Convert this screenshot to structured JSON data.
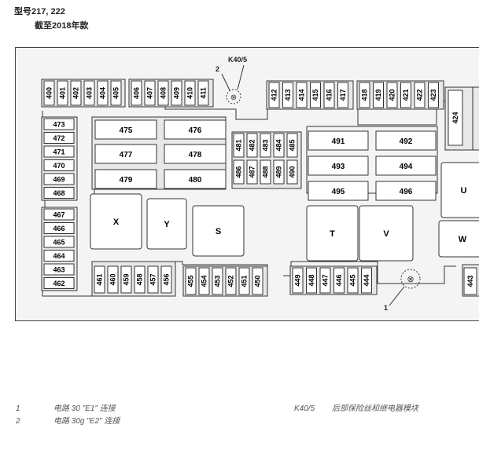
{
  "header": {
    "line1": "型号217, 222",
    "line2": "截至2018年款"
  },
  "callouts": {
    "k40": "K40/5",
    "c1": "1",
    "c2": "2"
  },
  "fuses": {
    "top_a": [
      "400",
      "401",
      "402",
      "403",
      "404",
      "405"
    ],
    "top_b": [
      "406",
      "407",
      "408",
      "409",
      "410",
      "411"
    ],
    "top_c": [
      "412",
      "413",
      "414",
      "415",
      "416",
      "417"
    ],
    "top_d": [
      "418",
      "419",
      "420",
      "421",
      "422",
      "423"
    ],
    "right_top": "424",
    "left_a": [
      "473",
      "472",
      "471",
      "470",
      "469",
      "468"
    ],
    "left_b": [
      "467",
      "466",
      "465",
      "464",
      "463",
      "462"
    ],
    "bot_a": [
      "461",
      "460",
      "459",
      "458",
      "457",
      "456"
    ],
    "bot_b": [
      "455",
      "454",
      "453",
      "452",
      "451",
      "450"
    ],
    "bot_c": [
      "449",
      "448",
      "447",
      "446",
      "445",
      "444"
    ],
    "bot_right": "443",
    "mid_top": [
      "481",
      "482",
      "483",
      "484",
      "485"
    ],
    "mid_bot": [
      "486",
      "487",
      "488",
      "489",
      "490"
    ]
  },
  "relays_a": [
    "475",
    "476",
    "477",
    "478",
    "479",
    "480"
  ],
  "relays_b": [
    "491",
    "492",
    "493",
    "494",
    "495",
    "496"
  ],
  "modules": {
    "x": "X",
    "y": "Y",
    "s": "S",
    "t": "T",
    "v": "V",
    "u": "U",
    "w": "W"
  },
  "legend": [
    {
      "key": "1",
      "text": "电路 30 \"E1\" 连接"
    },
    {
      "key": "2",
      "text": "电路 30g \"E2\" 连接"
    },
    {
      "key": "K40/5",
      "text": "后部保险丝和继电器模块"
    }
  ]
}
